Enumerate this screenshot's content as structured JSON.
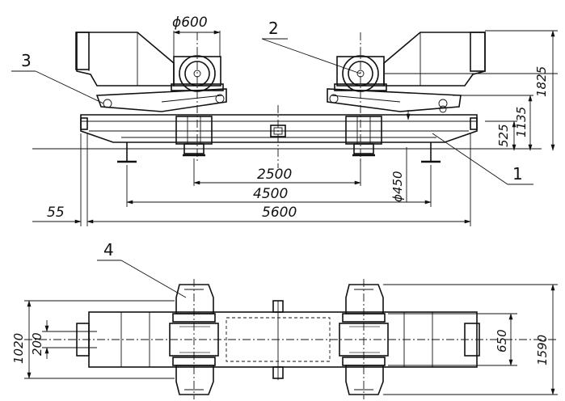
{
  "callouts": {
    "frame": "1",
    "roller": "2",
    "drive": "3",
    "support": "4"
  },
  "dimensions": {
    "roller_diameter": "ϕ600",
    "wheel_diameter": "ϕ450",
    "roller_spacing": "2500",
    "support_spacing": "4500",
    "overall_length": "5600",
    "offset": "55",
    "height_total": "1825",
    "height_mid": "1135",
    "height_low": "525",
    "width_outer": "1020",
    "width_inner": "200",
    "width_650": "650",
    "width_total": "1590"
  }
}
